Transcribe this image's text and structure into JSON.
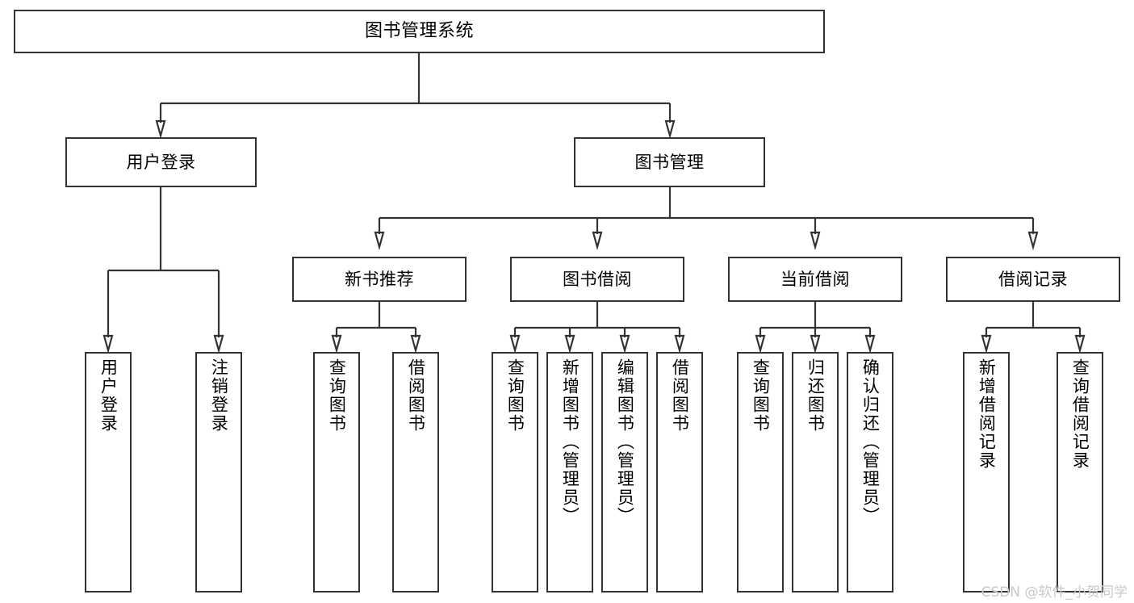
{
  "diagram": {
    "title": "图书管理系统",
    "type": "功能结构图",
    "theme": {
      "background": "#ffffff",
      "box_border": "#333333",
      "box_fill": "#ffffff",
      "text": "#000000",
      "connector": "#333333",
      "watermark_text_color": "#c9c9c9"
    },
    "levels": [
      {
        "level": 1,
        "nodes": [
          {
            "id": "root",
            "label": "图书管理系统",
            "orientation": "horizontal"
          }
        ]
      },
      {
        "level": 2,
        "nodes": [
          {
            "id": "login",
            "label": "用户登录",
            "orientation": "horizontal",
            "parent": "root"
          },
          {
            "id": "bookmgmt",
            "label": "图书管理",
            "orientation": "horizontal",
            "parent": "root"
          }
        ]
      },
      {
        "level": 3,
        "nodes": [
          {
            "id": "newbook",
            "label": "新书推荐",
            "orientation": "horizontal",
            "parent": "bookmgmt"
          },
          {
            "id": "borrow",
            "label": "图书借阅",
            "orientation": "horizontal",
            "parent": "bookmgmt"
          },
          {
            "id": "current",
            "label": "当前借阅",
            "orientation": "horizontal",
            "parent": "bookmgmt"
          },
          {
            "id": "records",
            "label": "借阅记录",
            "orientation": "horizontal",
            "parent": "bookmgmt"
          }
        ]
      },
      {
        "level": 4,
        "nodes": [
          {
            "id": "leaf1",
            "label": "用户登录",
            "orientation": "vertical",
            "parent": "login"
          },
          {
            "id": "leaf2",
            "label": "注销登录",
            "orientation": "vertical",
            "parent": "login"
          },
          {
            "id": "leaf3",
            "label": "查询图书",
            "orientation": "vertical",
            "parent": "newbook"
          },
          {
            "id": "leaf4",
            "label": "借阅图书",
            "orientation": "vertical",
            "parent": "newbook"
          },
          {
            "id": "leaf5",
            "label": "查询图书",
            "orientation": "vertical",
            "parent": "borrow"
          },
          {
            "id": "leaf6",
            "label": "新增图书（管理员）",
            "orientation": "vertical",
            "parent": "borrow"
          },
          {
            "id": "leaf7",
            "label": "编辑图书（管理员）",
            "orientation": "vertical",
            "parent": "borrow"
          },
          {
            "id": "leaf8",
            "label": "借阅图书",
            "orientation": "vertical",
            "parent": "borrow"
          },
          {
            "id": "leaf9",
            "label": "查询图书",
            "orientation": "vertical",
            "parent": "current"
          },
          {
            "id": "leaf10",
            "label": "归还图书",
            "orientation": "vertical",
            "parent": "current"
          },
          {
            "id": "leaf11",
            "label": "确认归还（管理员）",
            "orientation": "vertical",
            "parent": "current"
          },
          {
            "id": "leaf12",
            "label": "新增借阅记录",
            "orientation": "vertical",
            "parent": "records"
          },
          {
            "id": "leaf13",
            "label": "查询借阅记录",
            "orientation": "vertical",
            "parent": "records"
          }
        ]
      }
    ]
  },
  "watermark": {
    "text": "CSDN @软件_小贺同学"
  }
}
